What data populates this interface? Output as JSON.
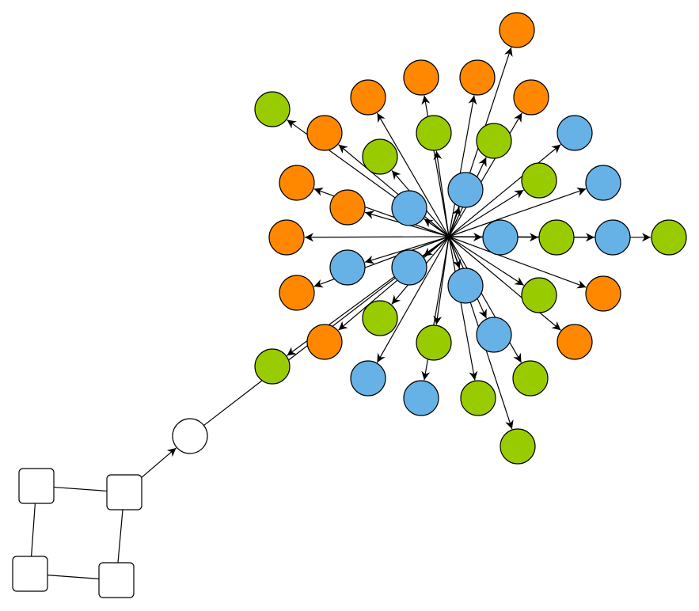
{
  "diagram": {
    "colors": {
      "orange": "#ff8800",
      "green": "#99cc00",
      "blue": "#66b2e6",
      "white": "#ffffff",
      "stroke": "#000000"
    },
    "hub": "hub",
    "radial_nodes": [
      {
        "id": "o1",
        "color": "orange"
      },
      {
        "id": "o2",
        "color": "orange"
      },
      {
        "id": "o3",
        "color": "orange"
      },
      {
        "id": "o4",
        "color": "orange"
      },
      {
        "id": "o5",
        "color": "orange"
      },
      {
        "id": "o6",
        "color": "orange"
      },
      {
        "id": "o7",
        "color": "orange"
      },
      {
        "id": "o8",
        "color": "orange"
      },
      {
        "id": "o9",
        "color": "orange"
      },
      {
        "id": "o10",
        "color": "orange"
      },
      {
        "id": "o11",
        "color": "orange"
      },
      {
        "id": "o12",
        "color": "orange"
      },
      {
        "id": "o13",
        "color": "orange"
      },
      {
        "id": "g1",
        "color": "green"
      },
      {
        "id": "g2",
        "color": "green"
      },
      {
        "id": "g3",
        "color": "green"
      },
      {
        "id": "g4",
        "color": "green"
      },
      {
        "id": "g5",
        "color": "green"
      },
      {
        "id": "g6",
        "color": "green"
      },
      {
        "id": "g7",
        "color": "green"
      },
      {
        "id": "g8",
        "color": "green"
      },
      {
        "id": "g9",
        "color": "green"
      },
      {
        "id": "g10",
        "color": "green"
      },
      {
        "id": "g11",
        "color": "green"
      },
      {
        "id": "g12",
        "color": "green"
      },
      {
        "id": "g13",
        "color": "green"
      },
      {
        "id": "g14",
        "color": "green"
      },
      {
        "id": "b1",
        "color": "blue"
      },
      {
        "id": "b2",
        "color": "blue"
      },
      {
        "id": "b3",
        "color": "blue"
      },
      {
        "id": "b4",
        "color": "blue"
      },
      {
        "id": "b5",
        "color": "blue"
      },
      {
        "id": "b6",
        "color": "blue"
      },
      {
        "id": "b7",
        "color": "blue"
      },
      {
        "id": "b8",
        "color": "blue"
      },
      {
        "id": "b9",
        "color": "blue"
      },
      {
        "id": "b10",
        "color": "blue"
      },
      {
        "id": "b11",
        "color": "blue"
      },
      {
        "id": "b12",
        "color": "blue"
      }
    ],
    "other_nodes": [
      {
        "id": "w",
        "shape": "circle",
        "color": "white"
      },
      {
        "id": "s1",
        "shape": "square",
        "color": "white"
      },
      {
        "id": "s2",
        "shape": "square",
        "color": "white"
      },
      {
        "id": "s3",
        "shape": "square",
        "color": "white"
      },
      {
        "id": "s4",
        "shape": "square",
        "color": "white"
      }
    ],
    "edges": [
      {
        "from": "hub",
        "to": "w",
        "arrow": false
      },
      {
        "from": "s2",
        "to": "w",
        "arrow": true
      },
      {
        "from": "s1",
        "to": "s2",
        "arrow": false
      },
      {
        "from": "s1",
        "to": "s3",
        "arrow": false
      },
      {
        "from": "s3",
        "to": "s4",
        "arrow": false
      },
      {
        "from": "s2",
        "to": "s4",
        "arrow": false
      }
    ]
  }
}
